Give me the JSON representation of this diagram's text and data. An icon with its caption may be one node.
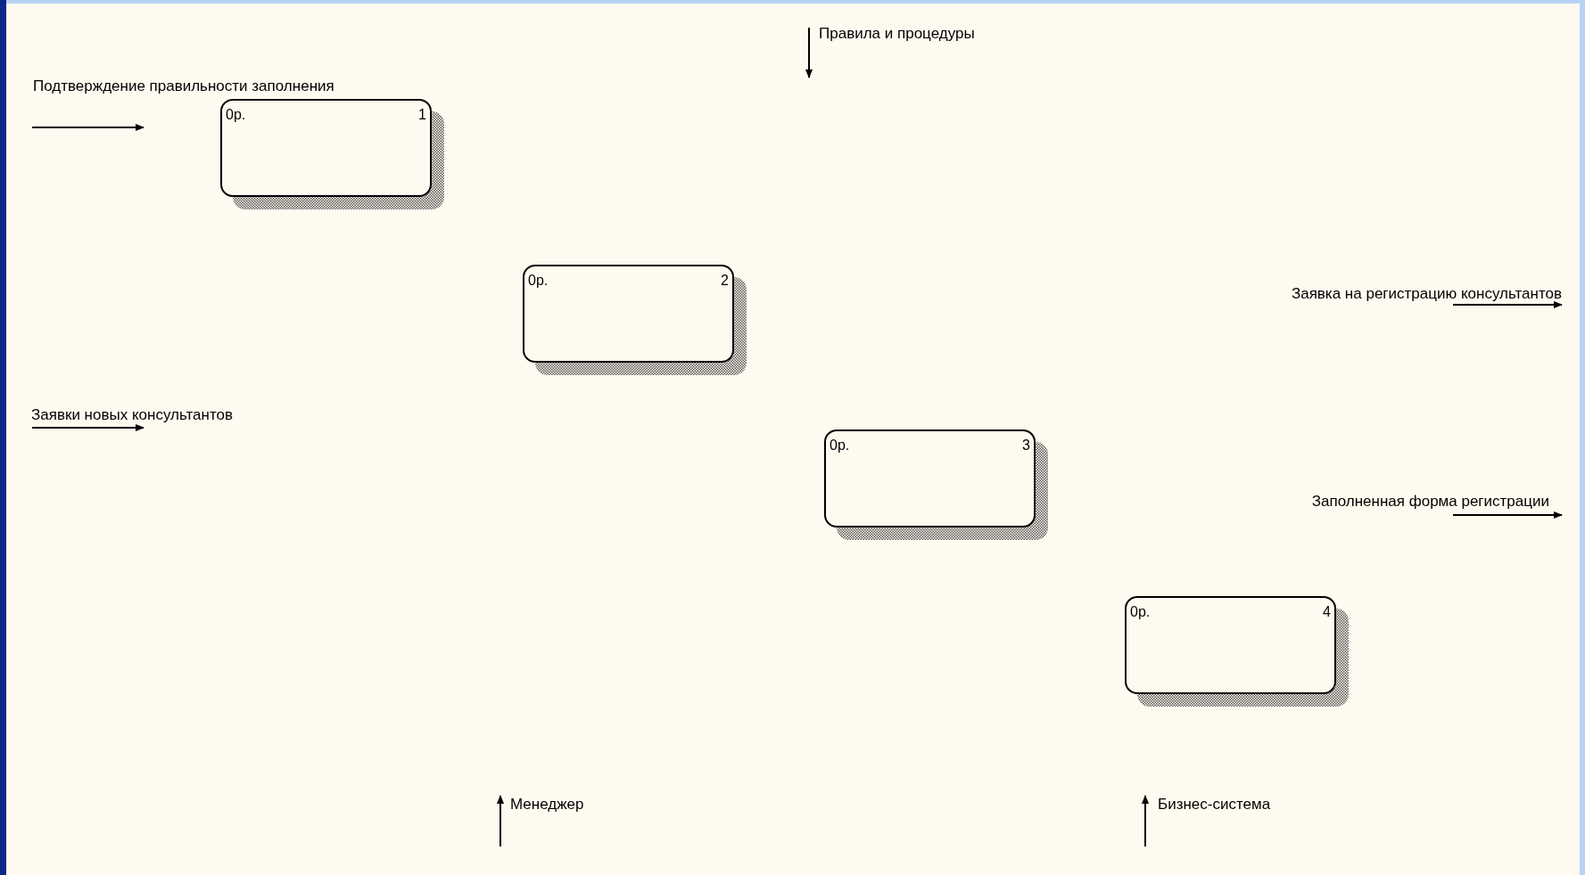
{
  "diagram": {
    "nodes": [
      {
        "text": [
          "0р.",
          "1"
        ]
      },
      {
        "text": [
          "0р.",
          "2"
        ]
      },
      {
        "text": [
          "0р.",
          "3"
        ]
      },
      {
        "text": [
          "0р.",
          "4"
        ]
      }
    ],
    "labels": [
      "Правила и процедуры",
      "Подтверждение правильности заполнения",
      "Заявка на регистрацию консультантов",
      "Заявки новых консультантов",
      "Заполненная форма регистрации",
      "Менеджер",
      "Бизнес-система"
    ]
  }
}
